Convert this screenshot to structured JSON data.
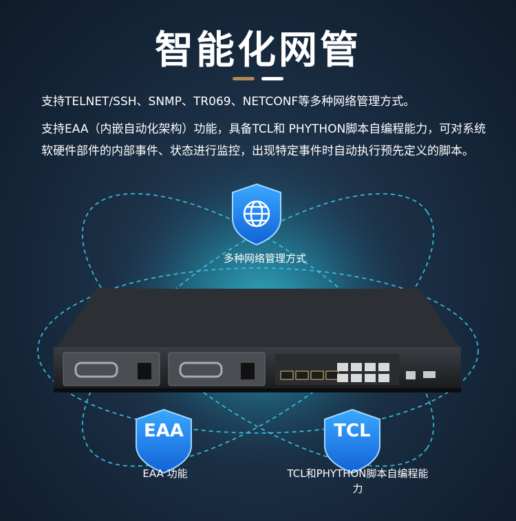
{
  "header": {
    "title": "智能化网管"
  },
  "paragraphs": {
    "p1": "支持TELNET/SSH、SNMP、TR069、NETCONF等多种网络管理方式。",
    "p2": "支持EAA（内嵌自动化架构）功能，具备TCL和 PHYTHON脚本自编程能力，可对系统软硬件部件的内部事件、状态进行监控，出现特定事件时自动执行预先定义的脚本。"
  },
  "features": {
    "top_label": "多种网络管理方式",
    "eaa_badge": "EAA",
    "eaa_label": "EAA 功能",
    "tcl_badge": "TCL",
    "tcl_label": "TCL和PHYTHON脚本自编程能力"
  },
  "icons": {
    "top": "globe-icon",
    "left": "shield-icon",
    "right": "shield-icon"
  },
  "colors": {
    "accent_gold": "#b08a58",
    "shield_blue": "#1e90ff",
    "orbit_cyan": "#3cc6e8",
    "glow": "#2fb3c9"
  }
}
